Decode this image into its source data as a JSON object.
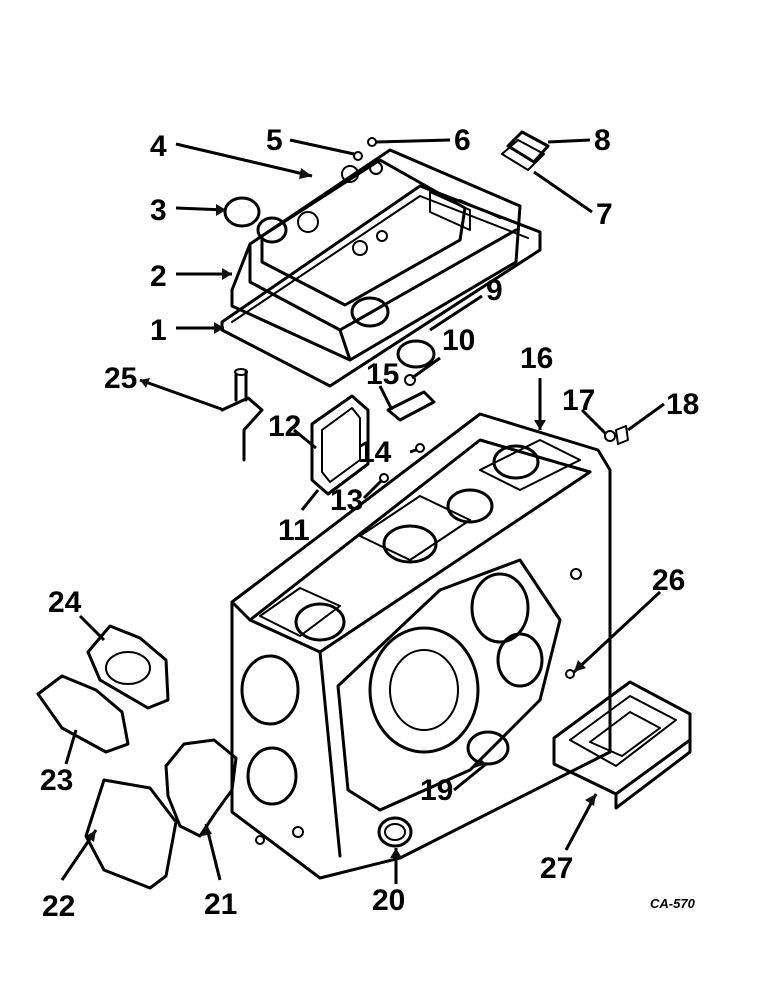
{
  "callouts": [
    {
      "id": "1",
      "label": "1"
    },
    {
      "id": "2",
      "label": "2"
    },
    {
      "id": "3",
      "label": "3"
    },
    {
      "id": "4",
      "label": "4"
    },
    {
      "id": "5",
      "label": "5"
    },
    {
      "id": "6",
      "label": "6"
    },
    {
      "id": "7",
      "label": "7"
    },
    {
      "id": "8",
      "label": "8"
    },
    {
      "id": "9",
      "label": "9"
    },
    {
      "id": "10",
      "label": "10"
    },
    {
      "id": "11",
      "label": "11"
    },
    {
      "id": "12",
      "label": "12"
    },
    {
      "id": "13",
      "label": "13"
    },
    {
      "id": "14",
      "label": "14"
    },
    {
      "id": "15",
      "label": "15"
    },
    {
      "id": "16",
      "label": "16"
    },
    {
      "id": "17",
      "label": "17"
    },
    {
      "id": "18",
      "label": "18"
    },
    {
      "id": "19",
      "label": "19"
    },
    {
      "id": "20",
      "label": "20"
    },
    {
      "id": "21",
      "label": "21"
    },
    {
      "id": "22",
      "label": "22"
    },
    {
      "id": "23",
      "label": "23"
    },
    {
      "id": "24",
      "label": "24"
    },
    {
      "id": "25",
      "label": "25"
    },
    {
      "id": "26",
      "label": "26"
    },
    {
      "id": "27",
      "label": "27"
    }
  ],
  "figure_code": "CA-570"
}
